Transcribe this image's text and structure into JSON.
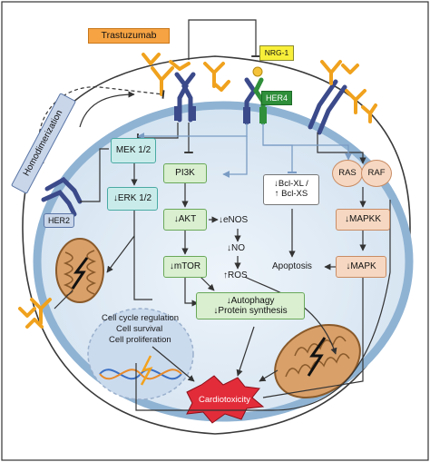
{
  "labels": {
    "trastuzumab": "Trastuzumab",
    "nrg1": "NRG-1",
    "her4": "HER4",
    "her2": "HER2",
    "homodimerization": "Homodimerization",
    "mek": "MEK 1/2",
    "erk": "↓ERK 1/2",
    "pi3k": "PI3K",
    "akt": "↓AKT",
    "mtor": "↓mTOR",
    "enos": "↓eNOS",
    "no": "↓NO",
    "ros": "↑ROS",
    "bcl_line1": "↓Bcl-XL /",
    "bcl_line2": "↑ Bcl-XS",
    "ras": "RAS",
    "raf": "RAF",
    "mapkk": "↓MAPKK",
    "mapk": "↓MAPK",
    "apoptosis": "Apoptosis",
    "autophagy": "↓Autophagy",
    "protein_synthesis": "↓Protein synthesis",
    "cell_cycle": "Cell cycle regulation",
    "cell_survival": "Cell survival",
    "cell_proliferation": "Cell proliferation",
    "cardiotoxicity": "Cardiotoxicity"
  },
  "colors": {
    "membrane": "#8fb3d3",
    "cytoplasm": "#dbe8f4",
    "antibody": "#f0a21e",
    "receptor": "#3b4a8a",
    "her4": "#2f8f3a",
    "nucleus": "#c9d9ee",
    "cardiotoxicity": "#e22c3a",
    "mitochondria": "#d9a06a"
  }
}
